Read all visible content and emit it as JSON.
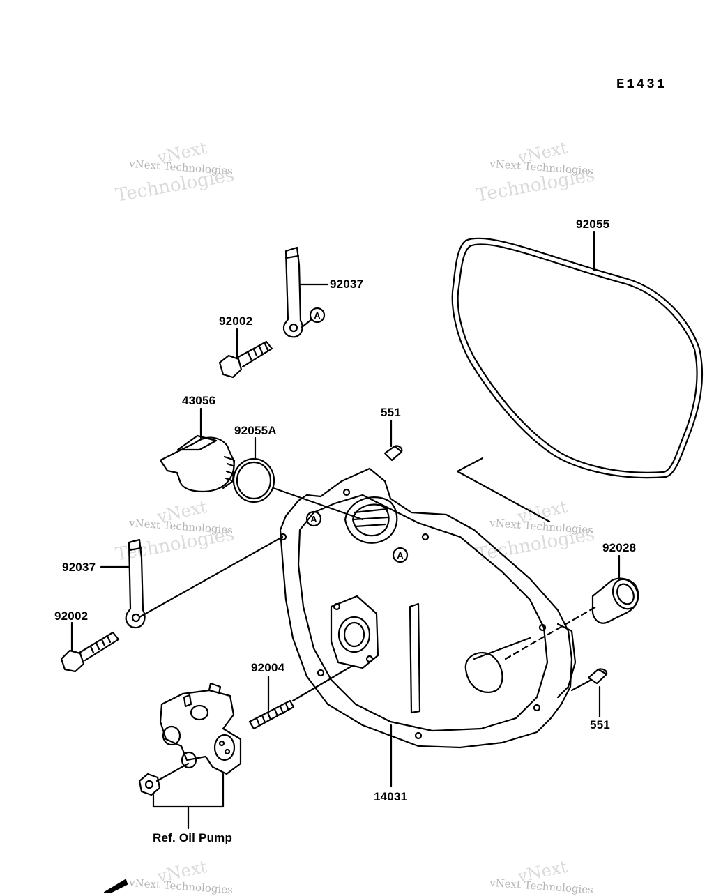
{
  "diagram_code": "E1431",
  "watermark": {
    "line1": "vNext",
    "line2": "vNext Technologies",
    "line3": "Technologies"
  },
  "callouts": {
    "a": "A"
  },
  "labels": {
    "gasket_main": "92055",
    "band_upper": "92037",
    "bolt_upper": "92002",
    "cap_filler": "43056",
    "oring": "92055A",
    "dowel_top": "551",
    "band_lower": "92037",
    "bolt_lower": "92002",
    "bushing": "92028",
    "stud": "92004",
    "dowel_right": "551",
    "cover": "14031",
    "ref_oil_pump": "Ref. Oil Pump"
  }
}
